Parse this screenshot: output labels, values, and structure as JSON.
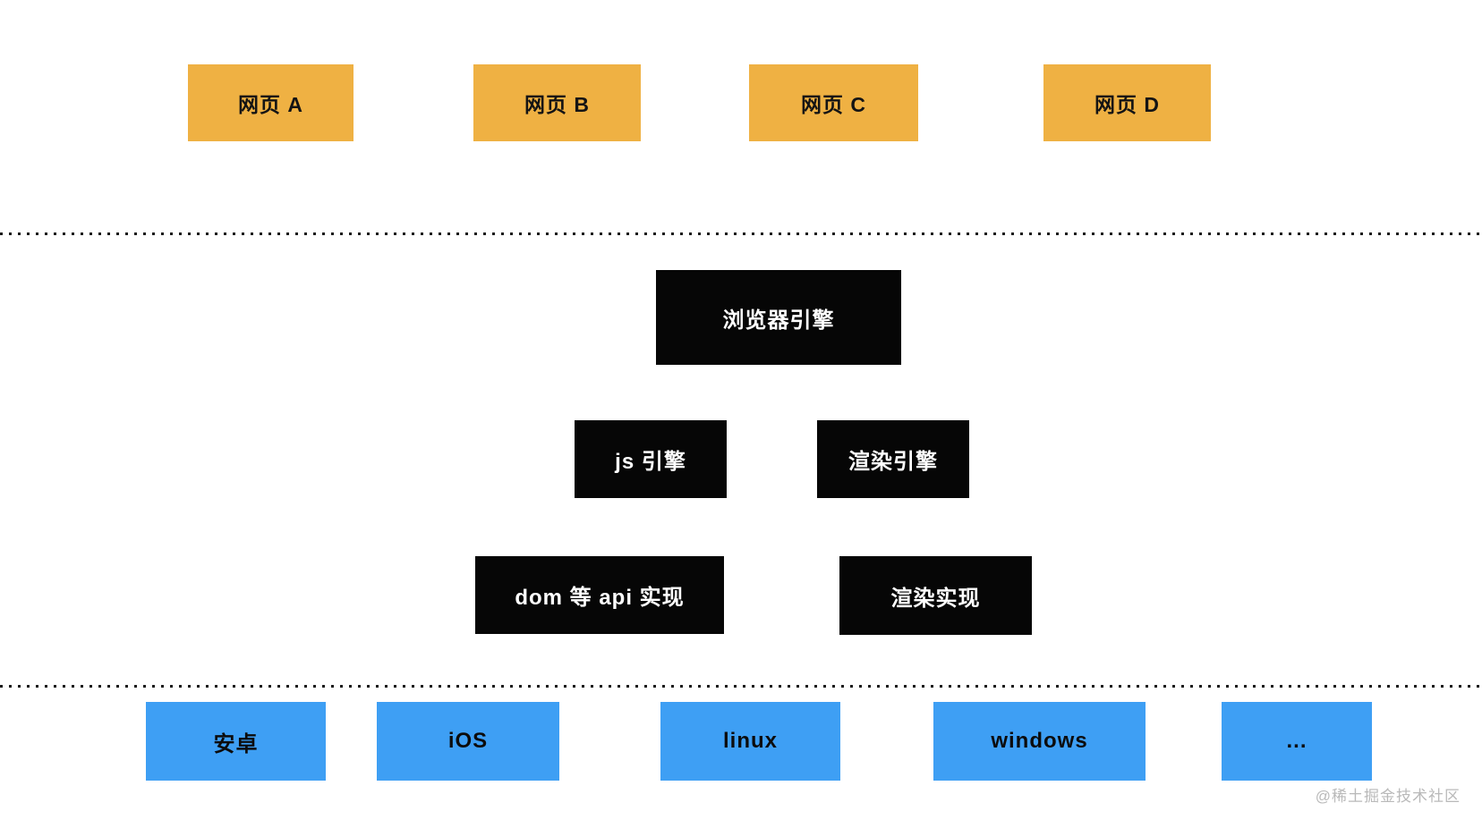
{
  "diagram": {
    "colors": {
      "background": "#ffffff",
      "web_page_fill": "#efb143",
      "engine_fill": "#060606",
      "engine_text": "#ffffff",
      "platform_fill": "#3e9ff4",
      "dotted_line": "#1a1a1a",
      "watermark_text": "#b9b9b9"
    },
    "web_pages": [
      {
        "label": "网页 A"
      },
      {
        "label": "网页 B"
      },
      {
        "label": "网页 C"
      },
      {
        "label": "网页 D"
      }
    ],
    "browser_engine": {
      "label": "浏览器引擎"
    },
    "sub_engines": [
      {
        "label": "js 引擎"
      },
      {
        "label": "渲染引擎"
      }
    ],
    "implementations": [
      {
        "label": "dom 等 api 实现"
      },
      {
        "label": "渲染实现"
      }
    ],
    "platforms": [
      {
        "label": "安卓"
      },
      {
        "label": "iOS"
      },
      {
        "label": "linux"
      },
      {
        "label": "windows"
      },
      {
        "label": "..."
      }
    ],
    "watermark": "@稀土掘金技术社区"
  }
}
